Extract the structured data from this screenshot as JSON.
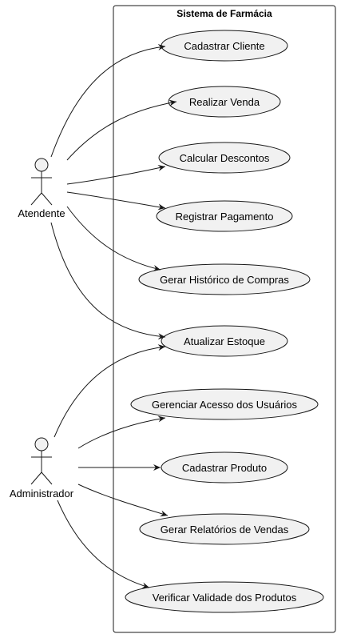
{
  "system": {
    "title": "Sistema de Farmácia"
  },
  "actors": {
    "atendente": "Atendente",
    "administrador": "Administrador"
  },
  "use_cases": {
    "cadastrar_cliente": "Cadastrar Cliente",
    "realizar_venda": "Realizar Venda",
    "calcular_descontos": "Calcular Descontos",
    "registrar_pagamento": "Registrar Pagamento",
    "gerar_historico": "Gerar Histórico de Compras",
    "atualizar_estoque": "Atualizar Estoque",
    "gerenciar_acesso": "Gerenciar Acesso dos Usuários",
    "cadastrar_produto": "Cadastrar Produto",
    "gerar_relatorios": "Gerar Relatórios de Vendas",
    "verificar_validade": "Verificar Validade dos Produtos"
  },
  "colors": {
    "usecase_fill": "#f1f1f1",
    "stroke": "#181818",
    "background": "#ffffff"
  }
}
